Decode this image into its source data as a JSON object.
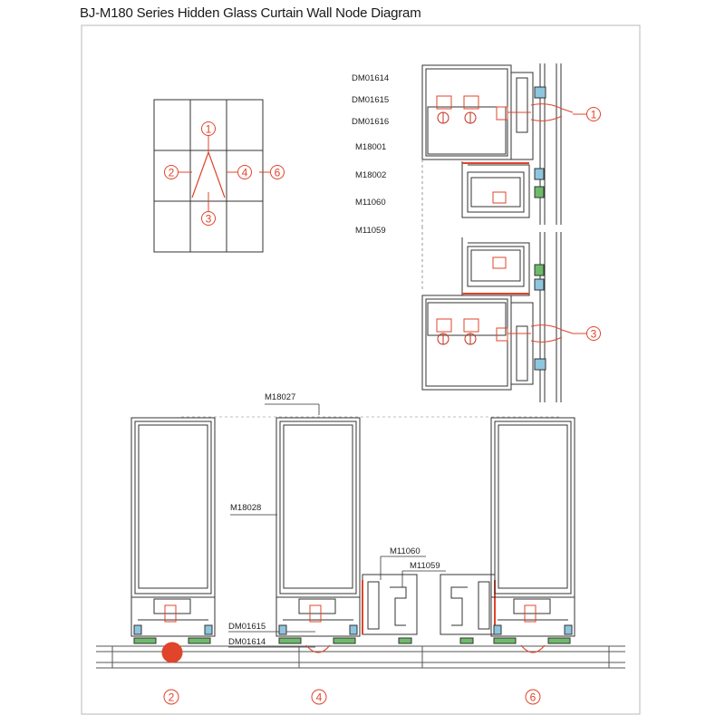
{
  "title": "BJ-M180 Series Hidden Glass Curtain Wall Node Diagram",
  "key_plan": {
    "markers": {
      "m1": "1",
      "m2": "2",
      "m3": "3",
      "m4": "4",
      "m6": "6"
    }
  },
  "upper_labels": [
    "DM01614",
    "DM01615",
    "DM01616",
    "M18001",
    "M18002",
    "M11060",
    "M11059"
  ],
  "upper_markers": {
    "m1": "1",
    "m3": "3"
  },
  "lower_labels": {
    "m18027": "M18027",
    "m18028": "M18028",
    "m11060": "M11060",
    "m11059": "M11059",
    "dm01615": "DM01615",
    "dm01614": "DM01614"
  },
  "lower_markers": {
    "m2": "2",
    "m4": "4",
    "m6": "6"
  },
  "colors": {
    "line": "#3a3a3a",
    "accent": "#e0442b",
    "glass": "#8ec6de",
    "seal": "#6dbb6a"
  }
}
